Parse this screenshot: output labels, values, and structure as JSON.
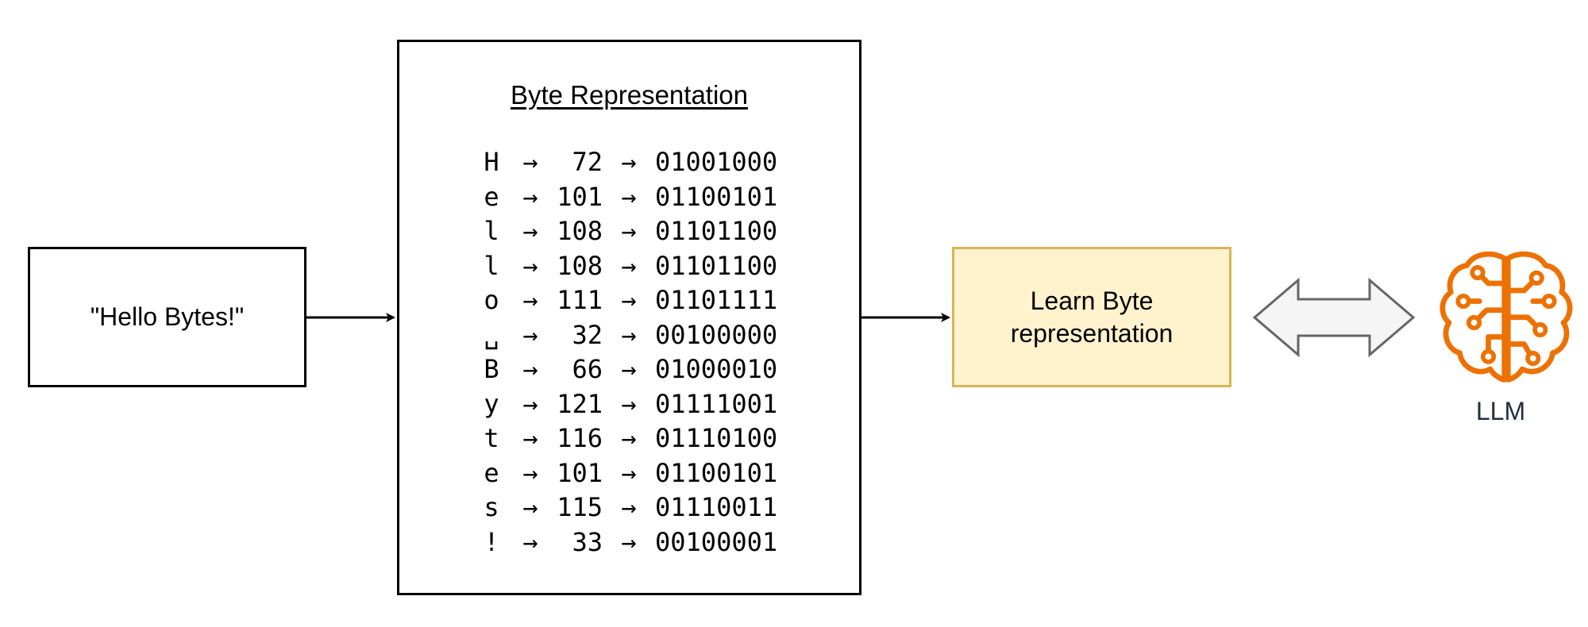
{
  "input_box": {
    "label": "\"Hello Bytes!\""
  },
  "byte_box": {
    "title": "Byte Representation",
    "arrow": "→",
    "rows": [
      {
        "char": "H",
        "decimal": "72",
        "binary": "01001000"
      },
      {
        "char": "e",
        "decimal": "101",
        "binary": "01100101"
      },
      {
        "char": "l",
        "decimal": "108",
        "binary": "01101100"
      },
      {
        "char": "l",
        "decimal": "108",
        "binary": "01101100"
      },
      {
        "char": "o",
        "decimal": "111",
        "binary": "01101111"
      },
      {
        "char": "␣",
        "decimal": "32",
        "binary": "00100000"
      },
      {
        "char": "B",
        "decimal": "66",
        "binary": "01000010"
      },
      {
        "char": "y",
        "decimal": "121",
        "binary": "01111001"
      },
      {
        "char": "t",
        "decimal": "116",
        "binary": "01110100"
      },
      {
        "char": "e",
        "decimal": "101",
        "binary": "01100101"
      },
      {
        "char": "s",
        "decimal": "115",
        "binary": "01110011"
      },
      {
        "char": "!",
        "decimal": "33",
        "binary": "00100001"
      }
    ]
  },
  "learn_box": {
    "line1": "Learn Byte",
    "line2": "representation"
  },
  "llm": {
    "label": "LLM",
    "icon": "brain-circuit-icon",
    "color": "#ed7100"
  },
  "colors": {
    "stroke": "#000000",
    "learn_fill": "#fff2cc",
    "learn_border": "#d6b656",
    "bidir_fill": "#f5f5f5",
    "bidir_stroke": "#666666"
  }
}
